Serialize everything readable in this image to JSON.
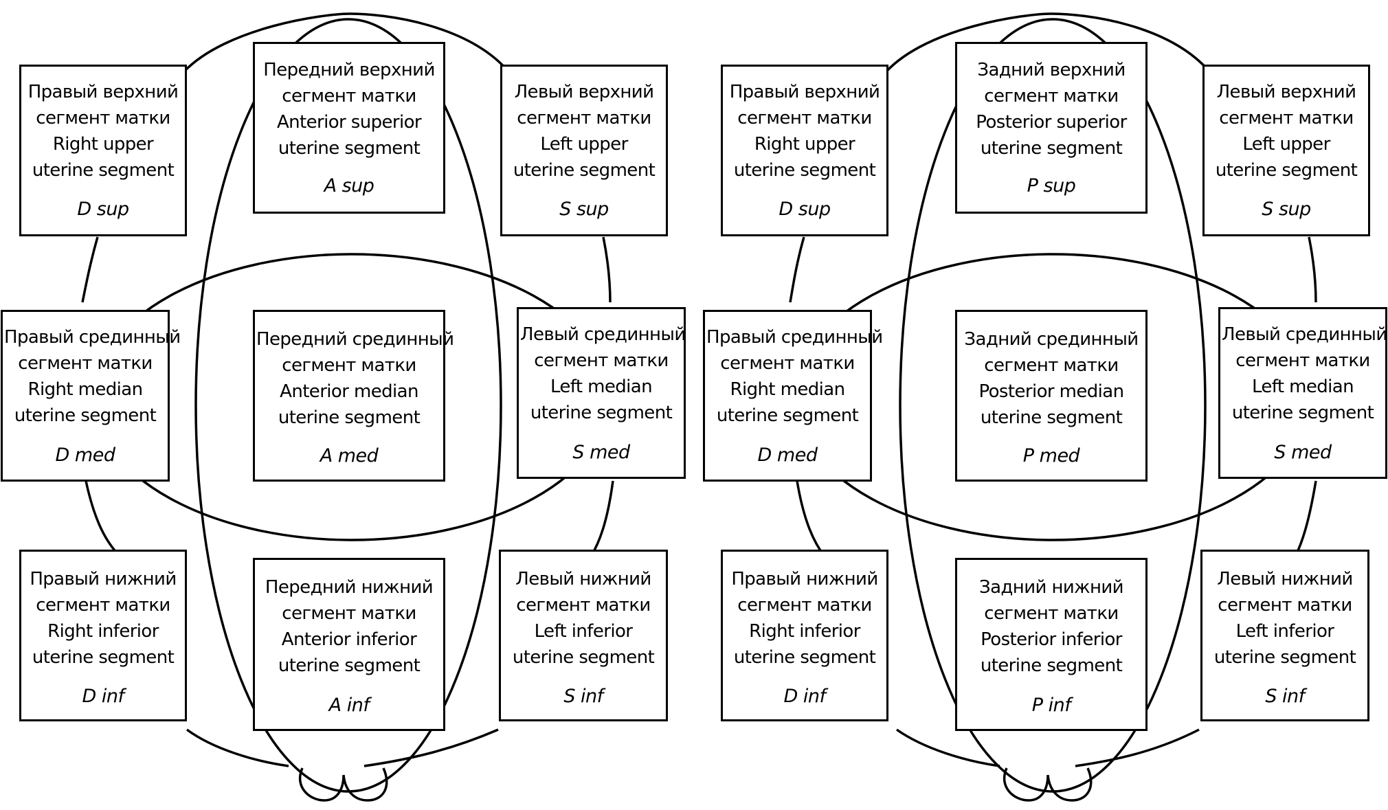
{
  "panels": [
    {
      "id": "anterior",
      "boxes": {
        "upper_right": {
          "lines": [
            "Правый верхний",
            "сегмент матки",
            "Right upper",
            "uterine segment"
          ],
          "code": "D sup"
        },
        "upper_center": {
          "lines": [
            "Передний верхний",
            "сегмент матки",
            "Anterior superior",
            "uterine segment"
          ],
          "code": "A sup"
        },
        "upper_left": {
          "lines": [
            "Левый верхний",
            "сегмент матки",
            "Left upper",
            "uterine segment"
          ],
          "code": "S sup"
        },
        "median_right": {
          "lines": [
            "Правый срединный",
            "сегмент матки",
            "Right median",
            "uterine segment"
          ],
          "code": "D med"
        },
        "median_center": {
          "lines": [
            "Передний срединный",
            "сегмент матки",
            "Anterior median",
            "uterine segment"
          ],
          "code": "A med"
        },
        "median_left": {
          "lines": [
            "Левый срединный",
            "сегмент матки",
            "Left median",
            "uterine segment"
          ],
          "code": "S med"
        },
        "lower_right": {
          "lines": [
            "Правый нижний",
            "сегмент матки",
            "Right inferior",
            "uterine segment"
          ],
          "code": "D inf"
        },
        "lower_center": {
          "lines": [
            "Передний нижний",
            "сегмент матки",
            "Anterior inferior",
            "uterine segment"
          ],
          "code": "A inf"
        },
        "lower_left": {
          "lines": [
            "Левый нижний",
            "сегмент матки",
            "Left inferior",
            "uterine segment"
          ],
          "code": "S inf"
        }
      }
    },
    {
      "id": "posterior",
      "boxes": {
        "upper_right": {
          "lines": [
            "Правый верхний",
            "сегмент матки",
            "Right upper",
            "uterine segment"
          ],
          "code": "D sup"
        },
        "upper_center": {
          "lines": [
            "Задний верхний",
            "сегмент матки",
            "Posterior superior",
            "uterine segment"
          ],
          "code": "P sup"
        },
        "upper_left": {
          "lines": [
            "Левый верхний",
            "сегмент матки",
            "Left upper",
            "uterine segment"
          ],
          "code": "S sup"
        },
        "median_right": {
          "lines": [
            "Правый срединный",
            "сегмент матки",
            "Right median",
            "uterine segment"
          ],
          "code": "D med"
        },
        "median_center": {
          "lines": [
            "Задний срединный",
            "сегмент матки",
            "Posterior median",
            "uterine segment"
          ],
          "code": "P med"
        },
        "median_left": {
          "lines": [
            "Левый срединный",
            "сегмент матки",
            "Left median",
            "uterine segment"
          ],
          "code": "S med"
        },
        "lower_right": {
          "lines": [
            "Правый нижний",
            "сегмент матки",
            "Right inferior",
            "uterine segment"
          ],
          "code": "D inf"
        },
        "lower_center": {
          "lines": [
            "Задний нижний",
            "сегмент матки",
            "Posterior inferior",
            "uterine segment"
          ],
          "code": "P inf"
        },
        "lower_left": {
          "lines": [
            "Левый нижний",
            "сегмент матки",
            "Left inferior",
            "uterine segment"
          ],
          "code": "S inf"
        }
      }
    }
  ]
}
